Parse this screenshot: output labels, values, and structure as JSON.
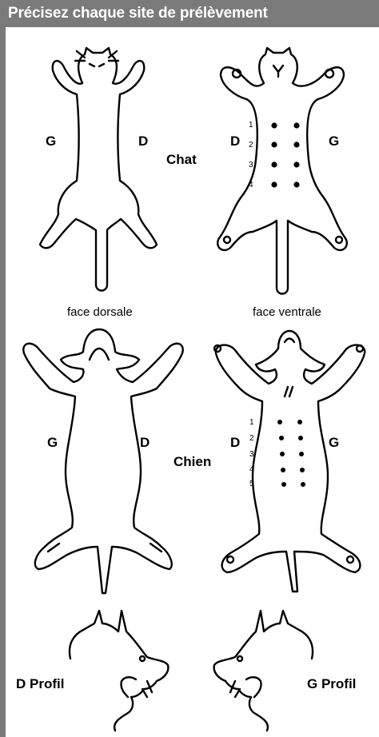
{
  "header": {
    "title": "Précisez chaque site de prélèvement"
  },
  "cat": {
    "name": "Chat",
    "dorsal": {
      "left": "G",
      "right": "D",
      "caption": "face dorsale"
    },
    "ventral": {
      "left": "D",
      "right": "G",
      "caption": "face ventrale",
      "teat_numbers": [
        "1",
        "2",
        "3",
        "4"
      ]
    }
  },
  "dog": {
    "name": "Chien",
    "dorsal": {
      "left": "G",
      "right": "D"
    },
    "ventral": {
      "left": "D",
      "right": "G",
      "teat_numbers": [
        "1",
        "2",
        "3",
        "4",
        "5"
      ]
    }
  },
  "profiles": {
    "right": "D Profil",
    "left": "G Profil"
  },
  "colors": {
    "header_bg": "#7a7a7a",
    "header_text": "#ffffff",
    "line": "#000000"
  }
}
